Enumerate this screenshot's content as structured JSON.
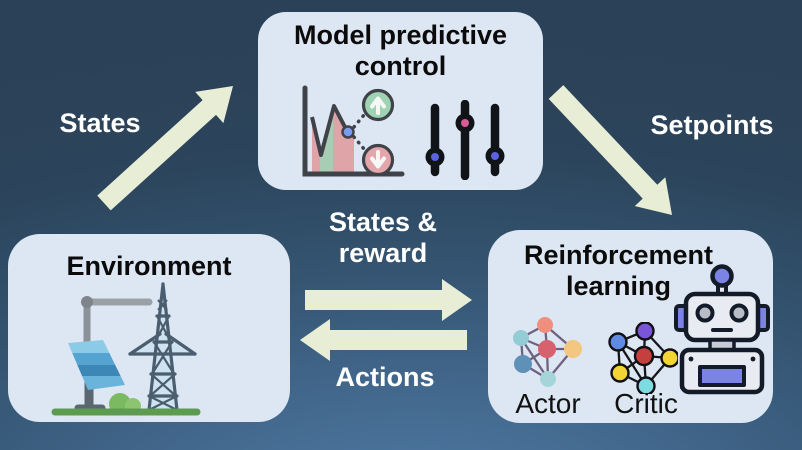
{
  "diagram": {
    "nodes": {
      "mpc": {
        "title": "Model predictive control",
        "icons": [
          "forecast-chart-icon",
          "sliders-icon"
        ]
      },
      "environment": {
        "title": "Environment",
        "icons": [
          "solar-panel-icon",
          "transmission-tower-icon"
        ]
      },
      "rl": {
        "title": "Reinforcement learning",
        "actor_label": "Actor",
        "critic_label": "Critic",
        "icons": [
          "actor-network-icon",
          "critic-network-icon",
          "robot-icon"
        ]
      }
    },
    "edges": {
      "states": {
        "label": "States",
        "from": "Environment",
        "to": "Model predictive control"
      },
      "setpoints": {
        "label": "Setpoints",
        "from": "Model predictive control",
        "to": "Reinforcement learning"
      },
      "states_reward": {
        "label": "States & reward",
        "from": "Environment",
        "to": "Reinforcement learning"
      },
      "actions": {
        "label": "Actions",
        "from": "Reinforcement learning",
        "to": "Environment"
      }
    },
    "colors": {
      "background_top": "#2b4157",
      "background_glow": "#4f7ba6",
      "node_fill": "#dde7f3",
      "arrow_fill": "#e8eed5",
      "edge_label_text": "#ffffff",
      "node_title_text": "#0b0b0b",
      "accent_periwinkle": "#7b83e4",
      "accent_green": "#9fd3b3",
      "accent_pink": "#e3a6aa"
    }
  }
}
